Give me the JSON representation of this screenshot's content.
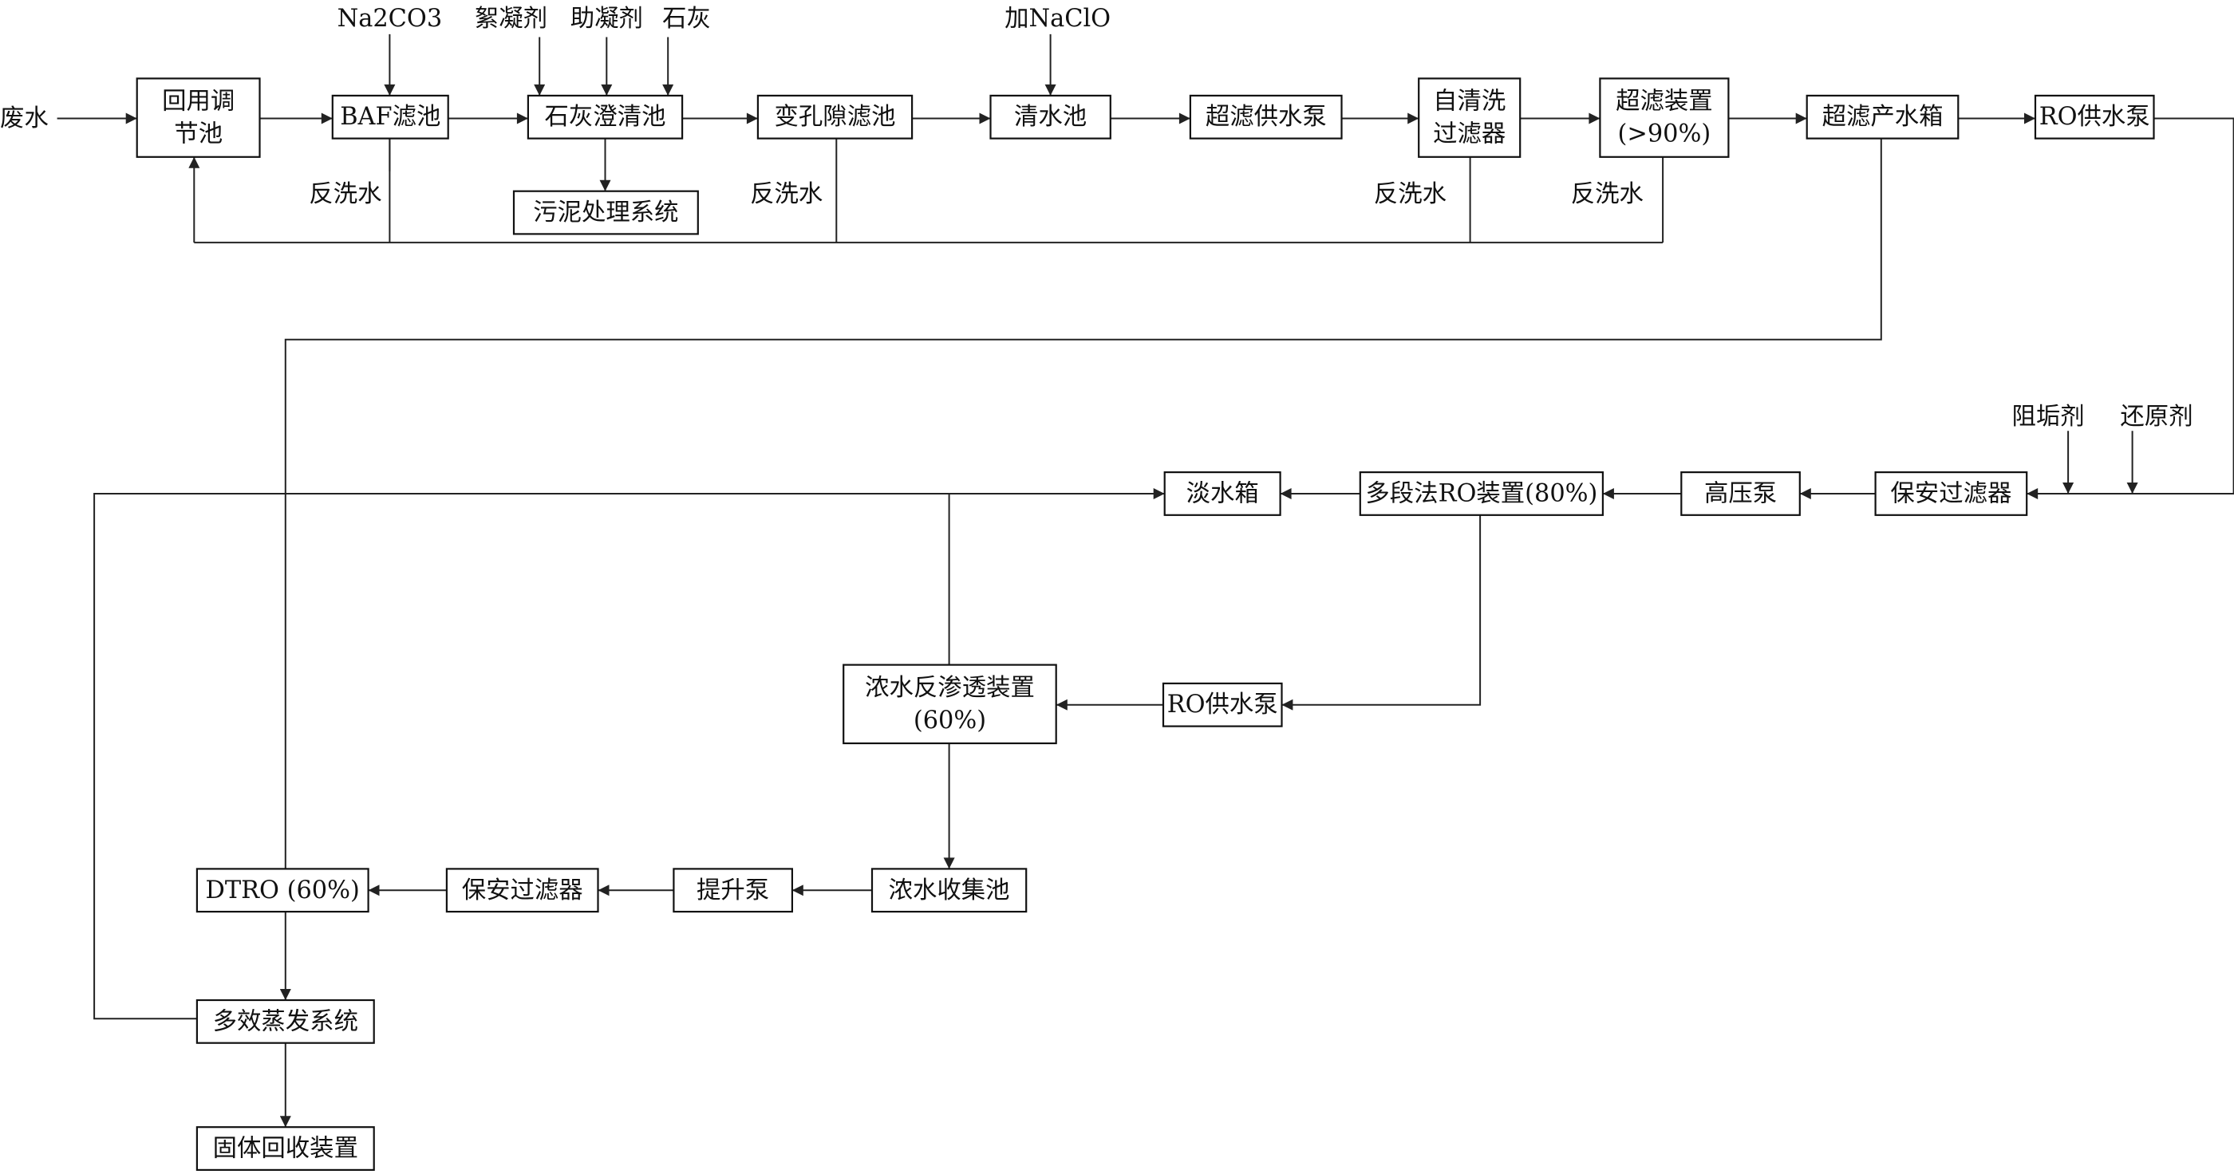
{
  "style": {
    "line_color": "#222222",
    "box_border": "#111111",
    "background": "#ffffff"
  },
  "boxes": {
    "huiyong": [
      "回用调",
      "节池"
    ],
    "baf": [
      "BAF滤池"
    ],
    "shihui_cheng": [
      "石灰澄清池"
    ],
    "wuni": [
      "污泥处理系统"
    ],
    "bian_kong": [
      "变孔隙滤池"
    ],
    "qingshui": [
      "清水池"
    ],
    "chaolv_pump": [
      "超滤供水泵"
    ],
    "zqx": [
      "自清洗",
      "过滤器"
    ],
    "chaolv_dev": [
      "超滤装置",
      "(>90%)"
    ],
    "chaolv_tank": [
      "超滤产水箱"
    ],
    "ro_pump1": [
      "RO供水泵"
    ],
    "baoan1": [
      "保安过滤器"
    ],
    "gaoya": [
      "高压泵"
    ],
    "ro_multi": [
      "多段法RO装置(80%)"
    ],
    "danshui": [
      "淡水箱"
    ],
    "ro_pump2": [
      "RO供水泵"
    ],
    "nongshui_ro": [
      "浓水反渗透装置",
      "(60%)"
    ],
    "nongshui_pool": [
      "浓水收集池"
    ],
    "tisheng": [
      "提升泵"
    ],
    "baoan2": [
      "保安过滤器"
    ],
    "dtro": [
      "DTRO (60%)"
    ],
    "duoxiao": [
      "多效蒸发系统"
    ],
    "guti": [
      "固体回收装置"
    ]
  },
  "labels": {
    "feishui": "废水",
    "na2co3": "Na2CO3",
    "xuning": "絮凝剂",
    "zhuning": "助凝剂",
    "shihui": "石灰",
    "naclo": "加NaClO",
    "fanxi1": "反洗水",
    "fanxi2": "反洗水",
    "fanxi3": "反洗水",
    "fanxi4": "反洗水",
    "zugou": "阻垢剂",
    "huanyuan": "还原剂"
  }
}
